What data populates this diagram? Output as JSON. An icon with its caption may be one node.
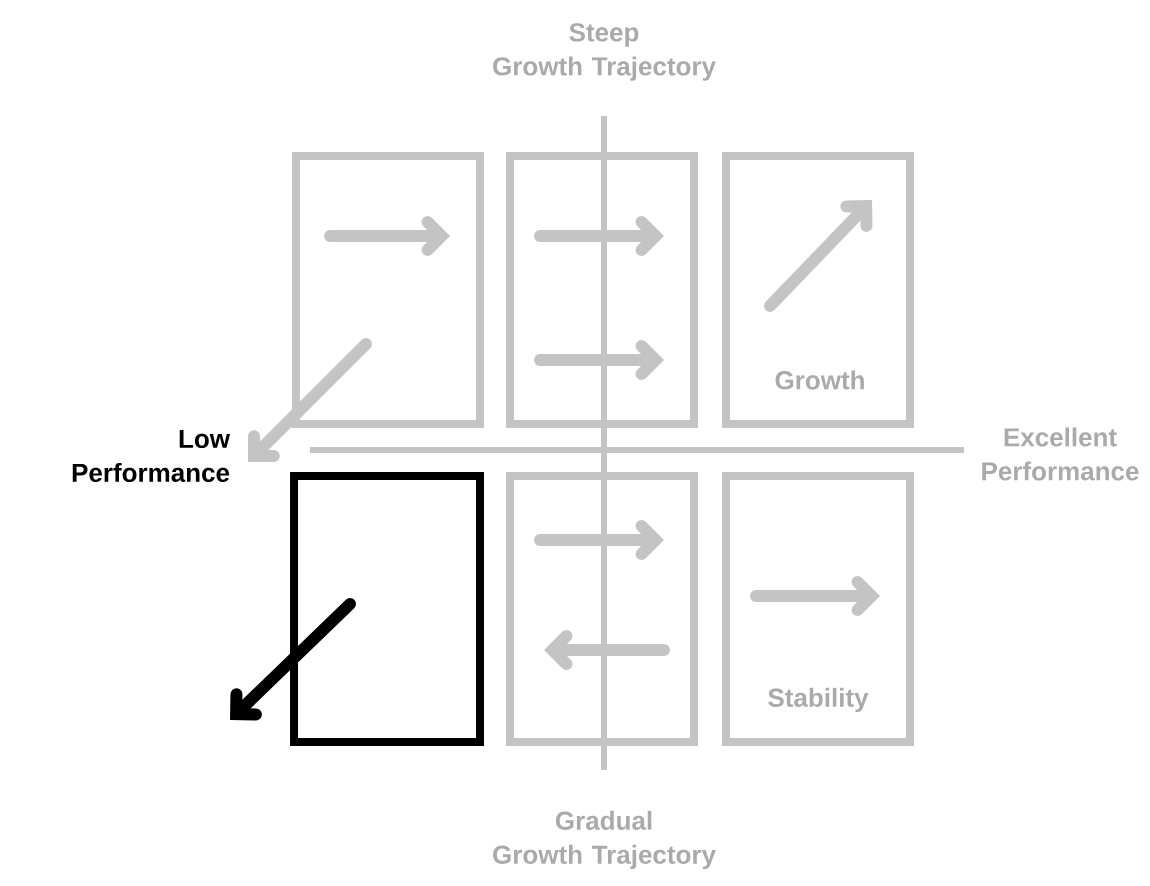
{
  "diagram": {
    "nodes": [
      {
        "text": [],
        "shape": "box"
      },
      {
        "text": [],
        "shape": "box"
      },
      {
        "text": [
          "Growth"
        ]
      },
      {
        "text": [],
        "shape": "box"
      },
      {
        "text": [],
        "shape": "box"
      },
      {
        "text": [
          "Stability"
        ]
      }
    ],
    "labels": [
      "Steep Growth Trajectory",
      "Low Performance",
      "Excellent Performance",
      "Gradual Growth Trajectory"
    ]
  }
}
